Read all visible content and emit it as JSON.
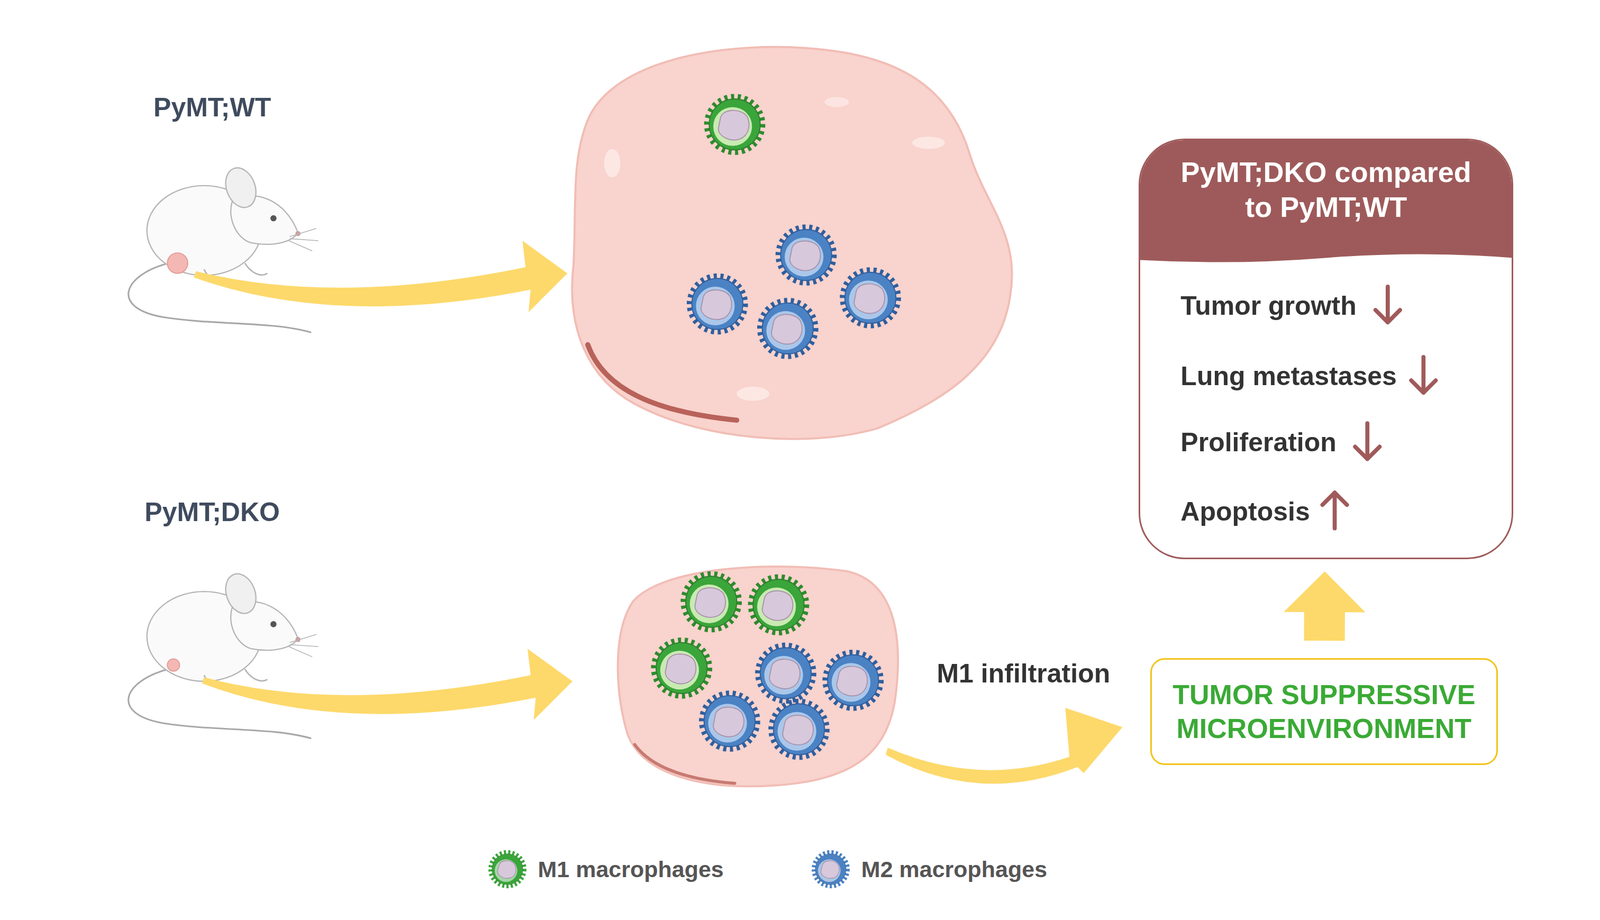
{
  "diagram": {
    "nodes": [
      {
        "text": [
          "PyMT;DKO compared to PyMT;WT",
          "Tumor growth",
          "Lung metastases",
          "Proliferation",
          "Apoptosis"
        ]
      },
      {
        "text": [
          "TUMOR SUPPRESSIVE MICROENVIRONMENT"
        ]
      }
    ],
    "edges": [
      {
        "from": 1,
        "to": 0,
        "arrow": "to"
      }
    ],
    "labels": [
      "PyMT;WT",
      "PyMT;DKO",
      "M1 infiltration"
    ],
    "legend": [
      {
        "text": "M1 macrophages",
        "color": "#3aa53a"
      },
      {
        "text": "M2 macrophages",
        "color": "#4a82c4"
      }
    ]
  }
}
